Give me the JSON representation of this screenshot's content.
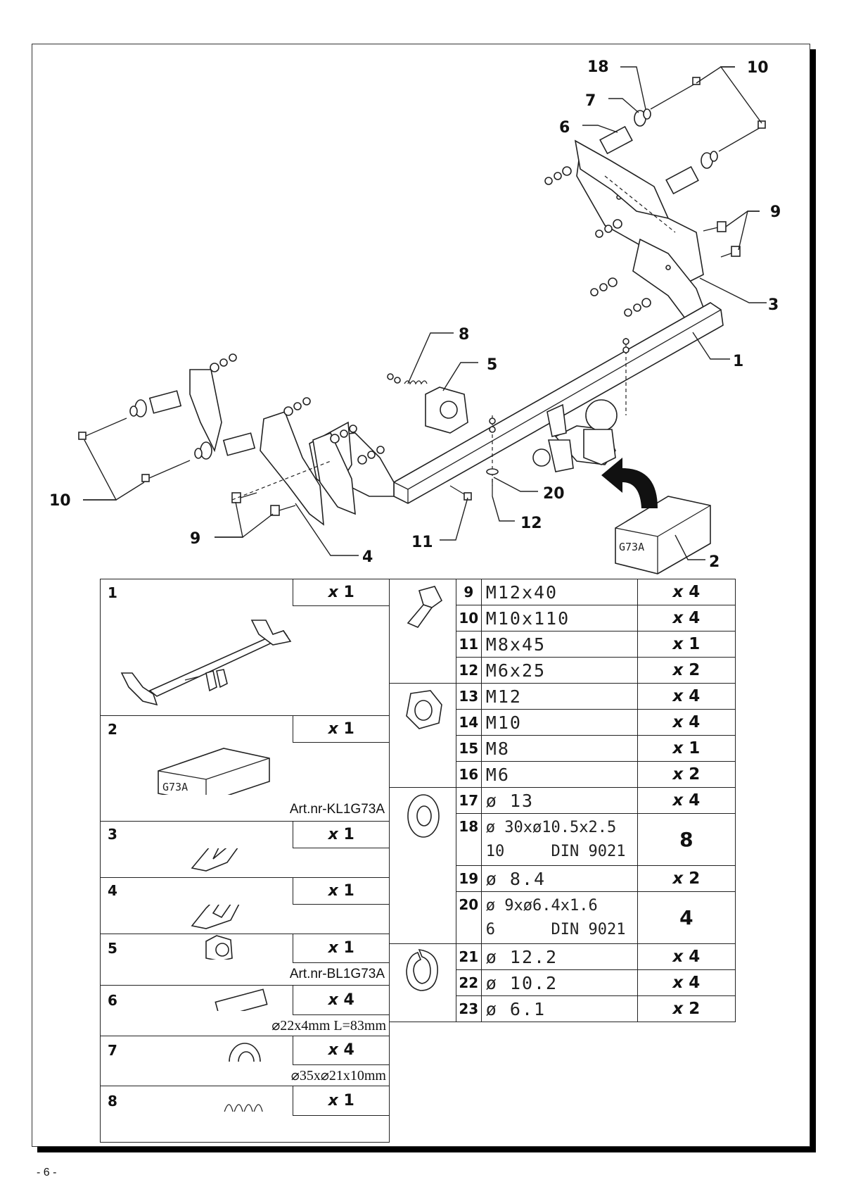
{
  "callouts": {
    "c18": "18",
    "c10a": "10",
    "c7": "7",
    "c6": "6",
    "c9a": "9",
    "c3": "3",
    "c1": "1",
    "c8": "8",
    "c5": "5",
    "c10b": "10",
    "c9b": "9",
    "c4": "4",
    "c11": "11",
    "c20": "20",
    "c12": "12",
    "c2": "2"
  },
  "box_label": "G73A",
  "left_table": [
    {
      "num": "1",
      "qty": "1",
      "note": ""
    },
    {
      "num": "2",
      "qty": "1",
      "note": "Art.nr-KL1G73A"
    },
    {
      "num": "3",
      "qty": "1",
      "note": ""
    },
    {
      "num": "4",
      "qty": "1",
      "note": ""
    },
    {
      "num": "5",
      "qty": "1",
      "note": "Art.nr-BL1G73A"
    },
    {
      "num": "6",
      "qty": "4",
      "note": "⌀22x4mm L=83mm"
    },
    {
      "num": "7",
      "qty": "4",
      "note": "⌀35x⌀21x10mm"
    },
    {
      "num": "8",
      "qty": "1",
      "note": ""
    }
  ],
  "qty_prefix": "x",
  "right_table": {
    "bolts": [
      {
        "num": "9",
        "spec": "M12x40",
        "qty": "4"
      },
      {
        "num": "10",
        "spec": "M10x110",
        "qty": "4"
      },
      {
        "num": "11",
        "spec": "M8x45",
        "qty": "1"
      },
      {
        "num": "12",
        "spec": "M6x25",
        "qty": "2"
      }
    ],
    "nuts": [
      {
        "num": "13",
        "spec": "M12",
        "qty": "4"
      },
      {
        "num": "14",
        "spec": "M10",
        "qty": "4"
      },
      {
        "num": "15",
        "spec": "M8",
        "qty": "1"
      },
      {
        "num": "16",
        "spec": "M6",
        "qty": "2"
      }
    ],
    "washers": [
      {
        "num": "17",
        "spec": "ø 13",
        "qty": "4"
      },
      {
        "num": "18",
        "spec": "ø 30xø10.5x2.5\n10     DIN 9021",
        "qty": "8"
      },
      {
        "num": "19",
        "spec": "ø 8.4",
        "qty": "2"
      },
      {
        "num": "20",
        "spec": "ø 9xø6.4x1.6\n6      DIN 9021",
        "qty": "4"
      }
    ],
    "spring_washers": [
      {
        "num": "21",
        "spec": "ø 12.2",
        "qty": "4"
      },
      {
        "num": "22",
        "spec": "ø 10.2",
        "qty": "4"
      },
      {
        "num": "23",
        "spec": "ø 6.1",
        "qty": "2"
      }
    ]
  },
  "page_number": "- 6 -"
}
